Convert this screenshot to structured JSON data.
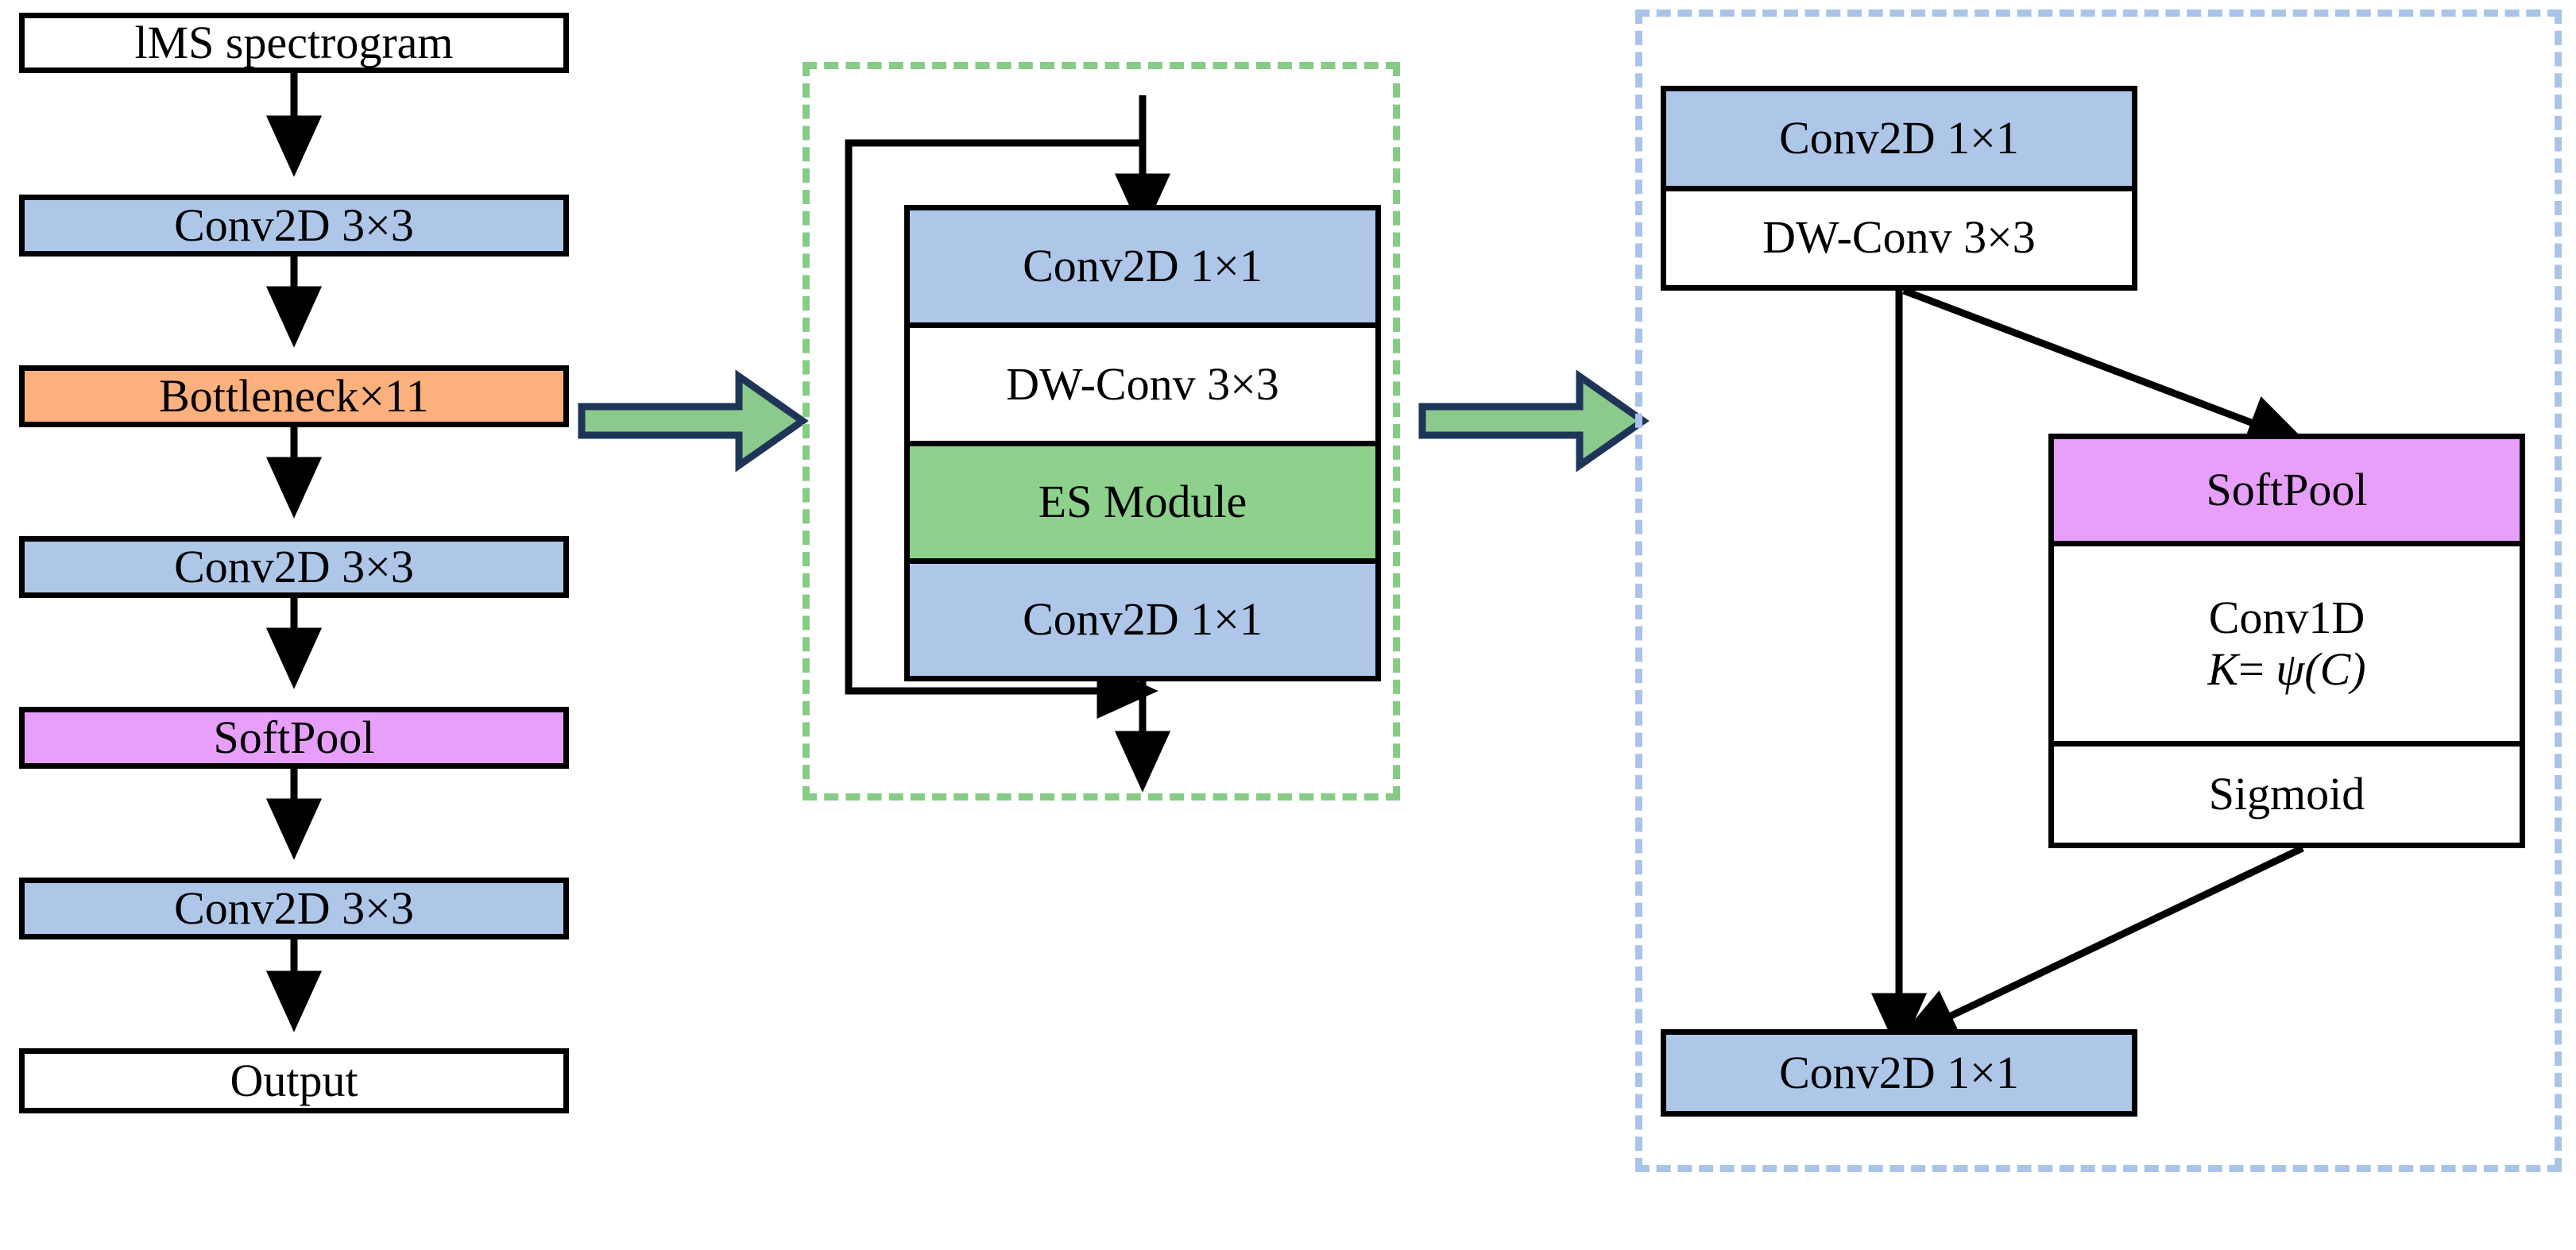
{
  "figure": {
    "title": "Network architecture block diagram",
    "background": "#ffffff"
  },
  "palette": {
    "blue_fill": "#aec7e8",
    "orange_fill": "#fcb07e",
    "magenta_fill": "#e79ff9",
    "green_fill": "#8dd18d",
    "white_fill": "#ffffff",
    "stroke": "#000000",
    "green_dash": "#86cc86",
    "blue_dash": "#a9c4e8",
    "arrow_green_fill": "#8cc98c",
    "arrow_green_stroke": "#1d3557"
  },
  "left_pipeline": {
    "name": "main-network-pipeline",
    "nodes": [
      {
        "id": "input",
        "label": "lMS spectrogram",
        "fill": "#ffffff"
      },
      {
        "id": "conv2d-3x3-a",
        "label": "Conv2D 3×3",
        "fill": "#aec7e8"
      },
      {
        "id": "bottleneck",
        "label": "Bottleneck×11",
        "fill": "#fcb07e"
      },
      {
        "id": "conv2d-3x3-b",
        "label": "Conv2D 3×3",
        "fill": "#aec7e8"
      },
      {
        "id": "softpool",
        "label": "SoftPool",
        "fill": "#e79ff9"
      },
      {
        "id": "conv2d-3x3-c",
        "label": "Conv2D 3×3",
        "fill": "#aec7e8"
      },
      {
        "id": "output",
        "label": "Output",
        "fill": "#ffffff"
      }
    ]
  },
  "middle_block": {
    "name": "bottleneck-detail",
    "border_style": "dashed",
    "border_color": "#86cc86",
    "rows": [
      {
        "id": "conv2d-1x1-top",
        "label": "Conv2D 1×1",
        "fill": "#aec7e8"
      },
      {
        "id": "dw-conv-3x3",
        "label": "DW-Conv 3×3",
        "fill": "#ffffff"
      },
      {
        "id": "es-module",
        "label": "ES Module",
        "fill": "#8dd18d"
      },
      {
        "id": "conv2d-1x1-bottom",
        "label": "Conv2D 1×1",
        "fill": "#aec7e8"
      }
    ],
    "has_residual_skip": true
  },
  "right_block": {
    "name": "es-module-detail",
    "border_style": "dashed",
    "border_color": "#a9c4e8",
    "top_stack": [
      {
        "id": "conv2d-1x1-head",
        "label": "Conv2D 1×1",
        "fill": "#aec7e8"
      },
      {
        "id": "dw-conv-3x3-head",
        "label": "DW-Conv 3×3",
        "fill": "#ffffff"
      }
    ],
    "attention_stack": [
      {
        "id": "softpool-att",
        "label": "SoftPool",
        "fill": "#e79ff9"
      },
      {
        "id": "conv1d-att",
        "label_line1": "Conv1D",
        "label_line2_prefix": "K",
        "label_line2_eq": "=",
        "label_line2_expr": "ψ(C)",
        "fill": "#ffffff"
      },
      {
        "id": "sigmoid-att",
        "label": "Sigmoid",
        "fill": "#ffffff"
      }
    ],
    "tail": {
      "id": "conv2d-1x1-tail",
      "label": "Conv2D 1×1",
      "fill": "#aec7e8"
    }
  },
  "connectors": {
    "expand_arrow_1": {
      "name": "expand-arrow-bottleneck",
      "shape": "block-arrow-right"
    },
    "expand_arrow_2": {
      "name": "expand-arrow-es-module",
      "shape": "block-arrow-right"
    }
  }
}
